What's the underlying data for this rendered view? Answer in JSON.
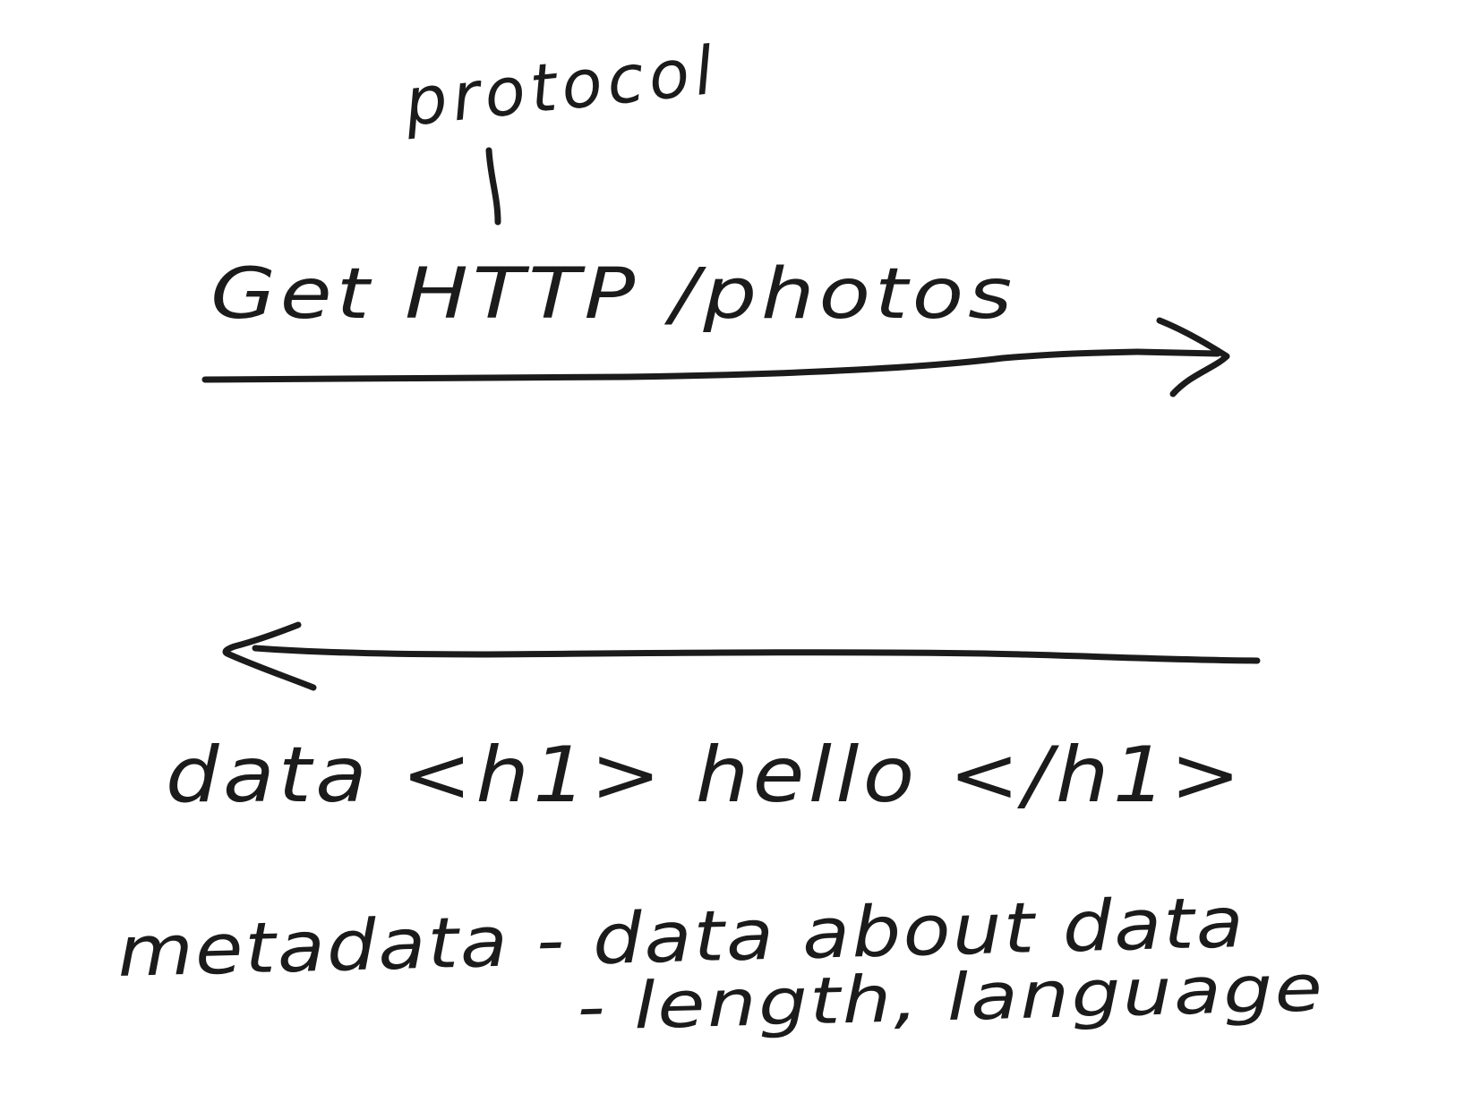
{
  "diagram": {
    "top_label": "protocol",
    "request_text": "Get HTTP  /photos",
    "response_text": "data <h1> hello </h1>",
    "metadata_line": "metadata - data about data",
    "metadata_examples": "- length, language",
    "ink_color": "#1b1b1b"
  }
}
